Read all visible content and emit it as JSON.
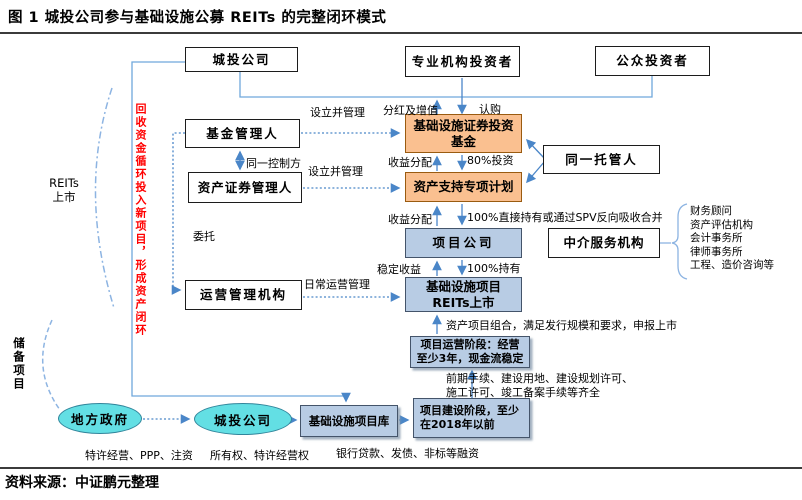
{
  "title": "图 1 城投公司参与基础设施公募 REITs 的完整闭环模式",
  "source": "资料来源：中证鹏元整理",
  "boxes": {
    "chengtou_top": "城投公司",
    "institutional_investor": "专业机构投资者",
    "public_investor": "公众投资者",
    "fund_manager": "基金管理人",
    "abs_manager": "资产证券管理人",
    "operation_manager": "运营管理机构",
    "infra_fund": "基础设施证券投资\n基金",
    "abs_plan": "资产支持专项计划",
    "project_company": "项目公司",
    "infra_reits_listed": "基础设施项目\nREITs上市",
    "custodian": "同一托管人",
    "intermediary": "中介服务机构",
    "local_gov": "地方政府",
    "chengtou_bottom": "城投公司",
    "project_pool": "基础设施项目库",
    "operation_stage": "项目运营阶段：经营\n至少3年，现金流稳定",
    "construction_stage": "项目建设阶段，至少\n在2018年以前"
  },
  "edge_labels": {
    "setup_manage_1": "设立并管理",
    "setup_manage_2": "设立并管理",
    "dividend": "分红及增值",
    "subscribe": "认购",
    "same_controller": "同一控制方",
    "income_dist_1": "收益分配",
    "income_dist_2": "收益分配",
    "invest_80": "80%投资",
    "spv_hold": "100%直接持有或通过SPV反向吸收合并",
    "hold_100": "100%持有",
    "stable_income": "稳定收益",
    "daily_ops": "日常运营管理",
    "entrust": "委托",
    "portfolio": "资产项目组合，满足发行规模和要求，申报上市",
    "procedures": "前期手续、建设用地、建设规划许可、\n施工许可、竣工备案手续等齐全",
    "franchise": "特许经营、PPP、注资",
    "ownership": "所有权、特许经营权",
    "financing": "银行贷款、发债、非标等融资"
  },
  "side_notes": {
    "reits_listing": "REITs\n上市",
    "recycle_loop": "回收资金循环投入新项目，形成资产闭环",
    "reserve_projects": "储备项目",
    "intermediary_list": [
      "财务顾问",
      "资产评估机构",
      "会计事务所",
      "律师事务所",
      "工程、造价咨询等"
    ]
  },
  "colors": {
    "orange": "#FAC090",
    "bluefill": "#B8CCE4",
    "cyan": "#63DFE4",
    "line": "#4A86C8",
    "brace": "#8DB4E2",
    "red": "#FF0000"
  }
}
